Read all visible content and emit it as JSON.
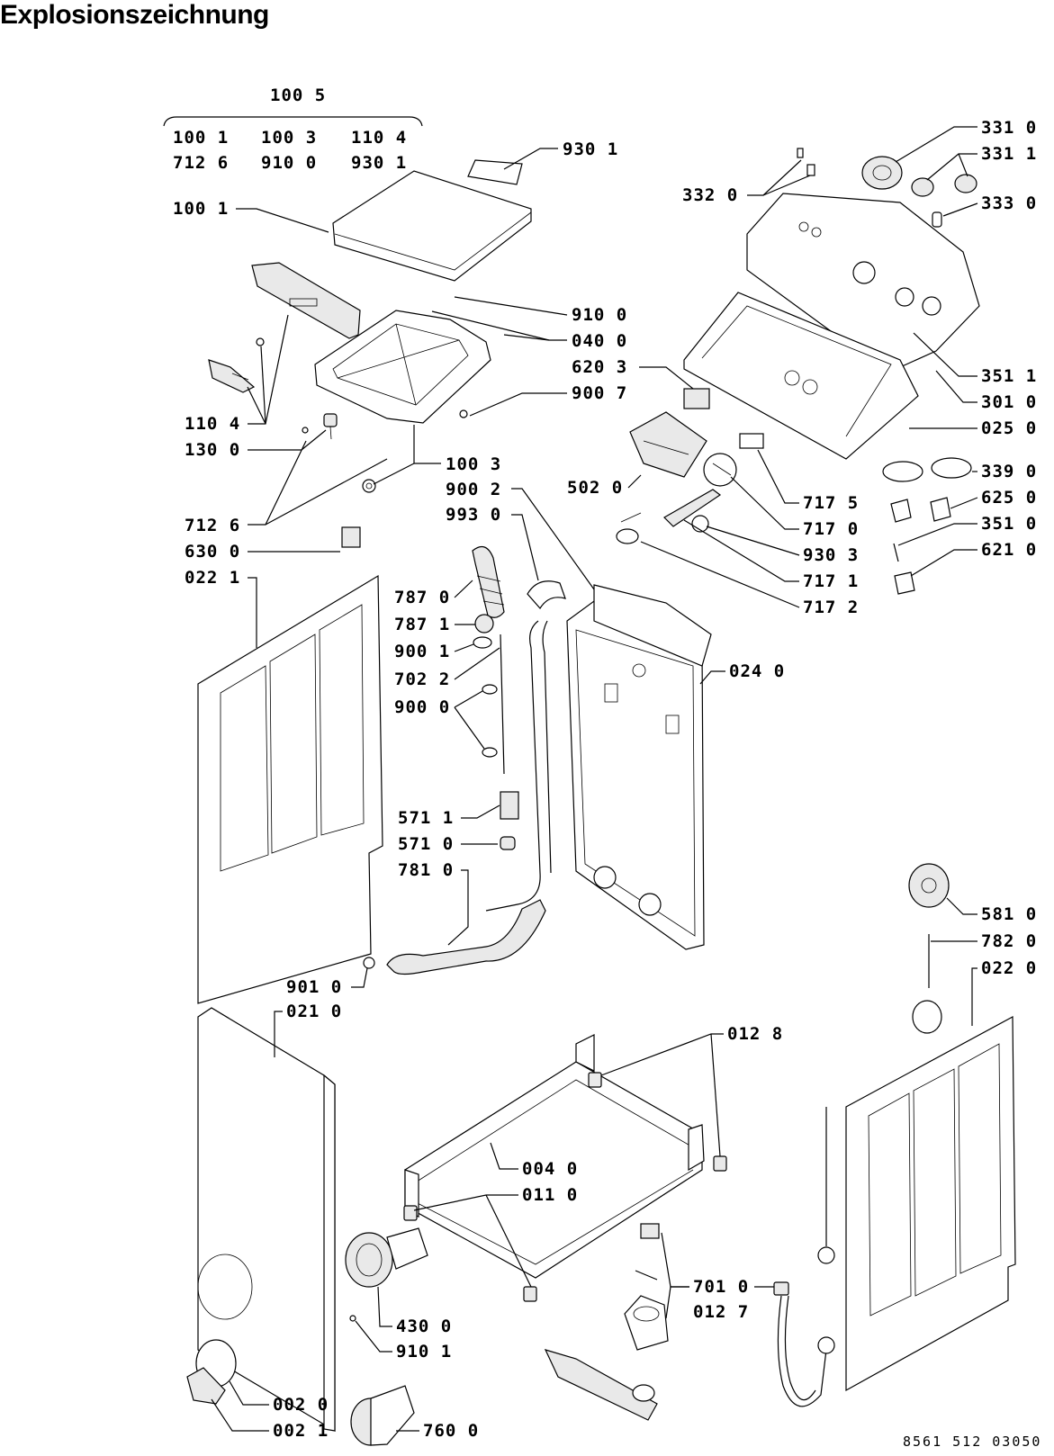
{
  "title": "Explosionszeichnung",
  "footer_code": "8561 512 03050",
  "kit": {
    "heading": "100 5",
    "row1": [
      "100 1",
      "100 3",
      "110 4"
    ],
    "row2": [
      "712 6",
      "910 0",
      "930 1"
    ]
  },
  "labels": {
    "l_930_1_top": "930 1",
    "l_100_1": "100 1",
    "l_910_0": "910 0",
    "l_040_0": "040 0",
    "l_620_3": "620 3",
    "l_900_7": "900 7",
    "l_110_4": "110 4",
    "l_130_0": "130 0",
    "l_100_3": "100 3",
    "l_900_2": "900 2",
    "l_993_0": "993 0",
    "l_712_6": "712 6",
    "l_630_0": "630 0",
    "l_022_1": "022 1",
    "l_502_0": "502 0",
    "l_331_0": "331 0",
    "l_331_1": "331 1",
    "l_332_0": "332 0",
    "l_333_0": "333 0",
    "l_351_1": "351 1",
    "l_301_0": "301 0",
    "l_025_0": "025 0",
    "l_339_0": "339 0",
    "l_625_0": "625 0",
    "l_351_0": "351 0",
    "l_621_0": "621 0",
    "l_717_5": "717 5",
    "l_717_0": "717 0",
    "l_930_3": "930 3",
    "l_717_1": "717 1",
    "l_717_2": "717 2",
    "l_787_0": "787 0",
    "l_787_1": "787 1",
    "l_900_1": "900 1",
    "l_702_2": "702 2",
    "l_900_0": "900 0",
    "l_024_0": "024 0",
    "l_571_1": "571 1",
    "l_571_0": "571 0",
    "l_781_0": "781 0",
    "l_901_0": "901 0",
    "l_021_0": "021 0",
    "l_581_0": "581 0",
    "l_782_0": "782 0",
    "l_022_0": "022 0",
    "l_012_8": "012 8",
    "l_004_0": "004 0",
    "l_011_0": "011 0",
    "l_701_0": "701 0",
    "l_012_7": "012 7",
    "l_430_0": "430 0",
    "l_910_1": "910 1",
    "l_002_0": "002 0",
    "l_002_1": "002 1",
    "l_760_0": "760 0"
  }
}
